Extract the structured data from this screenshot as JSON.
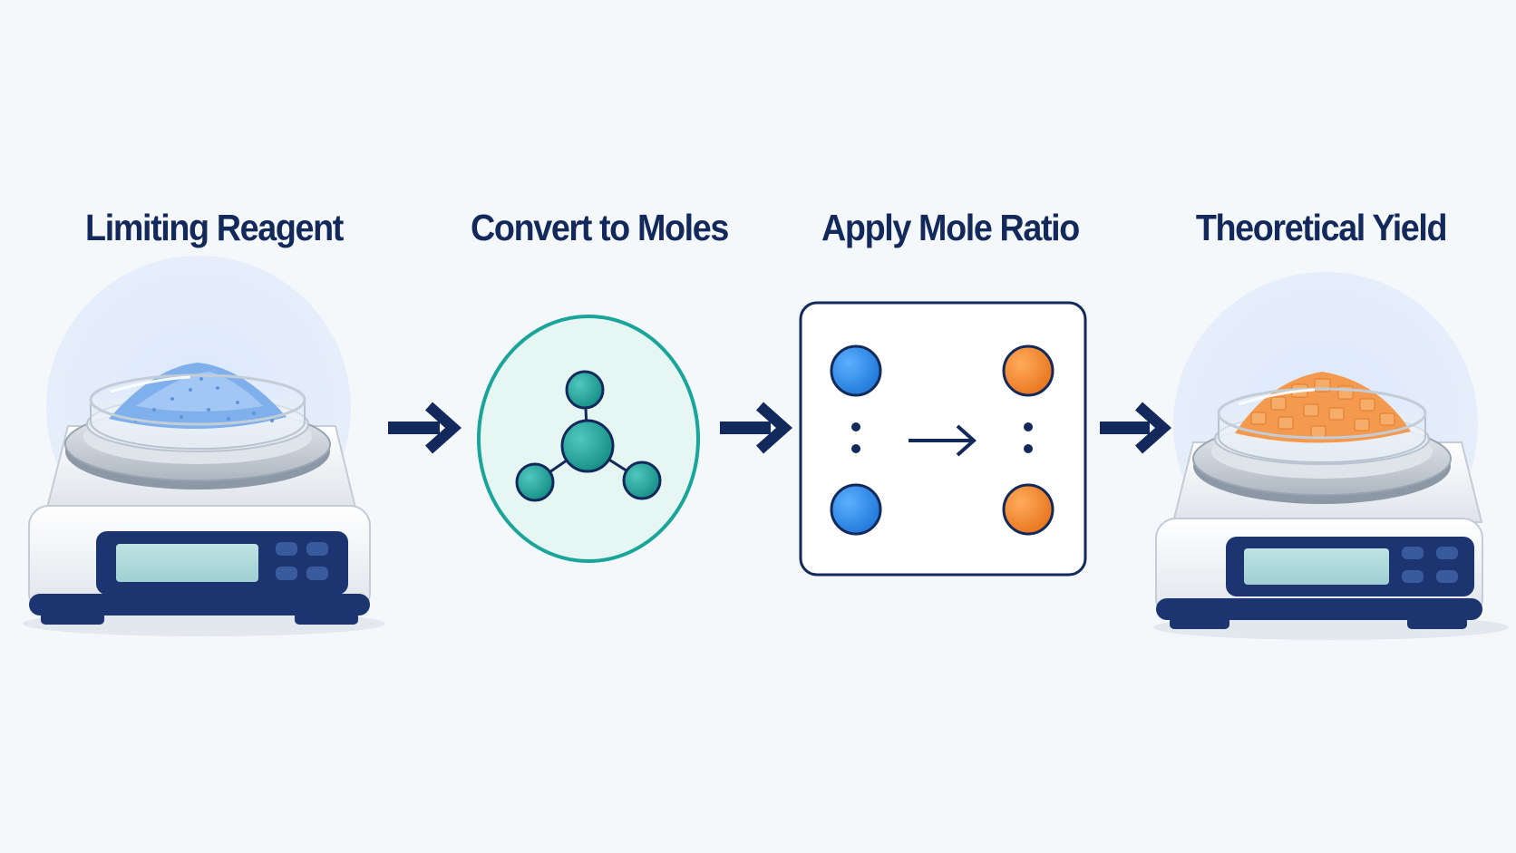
{
  "steps": [
    {
      "title": "Limiting Reagent",
      "icon": "scale-with-blue-powder-icon"
    },
    {
      "title": "Convert to Moles",
      "icon": "molecule-icon"
    },
    {
      "title": "Apply Mole Ratio",
      "icon": "mole-ratio-icon"
    },
    {
      "title": "Theoretical Yield",
      "icon": "scale-with-orange-product-icon"
    }
  ],
  "colors": {
    "title": "#13295b",
    "arrow": "#13295b",
    "teal": "#1aa59b",
    "blue_particle": "#2f8ff0",
    "orange_particle": "#f28a2e",
    "background": "#f5f8fb"
  }
}
